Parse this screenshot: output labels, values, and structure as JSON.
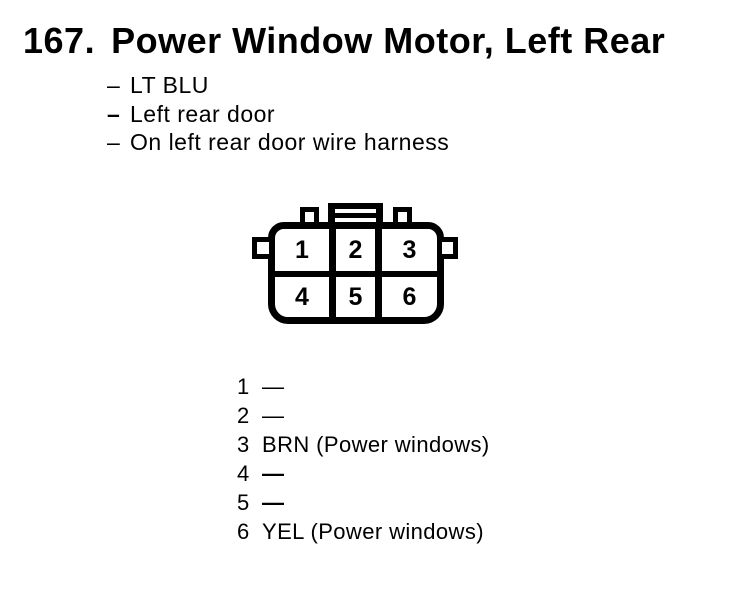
{
  "page": {
    "item_number": "167.",
    "title": "Power Window Motor, Left Rear"
  },
  "notes": [
    {
      "dash": "–",
      "text": "LT BLU",
      "bold_dash": false
    },
    {
      "dash": "–",
      "text": "Left rear door",
      "bold_dash": true
    },
    {
      "dash": "–",
      "text": "On left rear door wire harness",
      "bold_dash": false
    }
  ],
  "connector": {
    "description": "6-cavity connector, face view, 2 rows of 3",
    "cavities": [
      "1",
      "2",
      "3",
      "4",
      "5",
      "6"
    ]
  },
  "pins": [
    {
      "num": "1",
      "label": "—",
      "bold": false
    },
    {
      "num": "2",
      "label": "—",
      "bold": false
    },
    {
      "num": "3",
      "label": "BRN (Power windows)",
      "bold": false
    },
    {
      "num": "4",
      "label": "—",
      "bold": true
    },
    {
      "num": "5",
      "label": "—",
      "bold": true
    },
    {
      "num": "6",
      "label": "YEL (Power windows)",
      "bold": false
    }
  ],
  "colors": {
    "ink": "#000000",
    "paper": "#ffffff"
  }
}
